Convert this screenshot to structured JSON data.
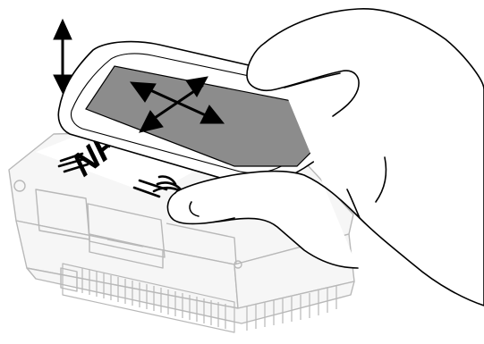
{
  "figure": {
    "device_logo": "NFC",
    "parts": [
      "device-housing",
      "nfc-antenna-area",
      "smartphone",
      "phone-screen",
      "hand"
    ],
    "icons": [
      "vertical-double-arrow-icon",
      "four-way-arrow-icon"
    ],
    "colors": {
      "background": "#ffffff",
      "device_outline": "#b8b8b8",
      "device_fill": "#f6f6f6",
      "phone_screen": "#8c8c8c",
      "line_art": "#000000"
    }
  }
}
